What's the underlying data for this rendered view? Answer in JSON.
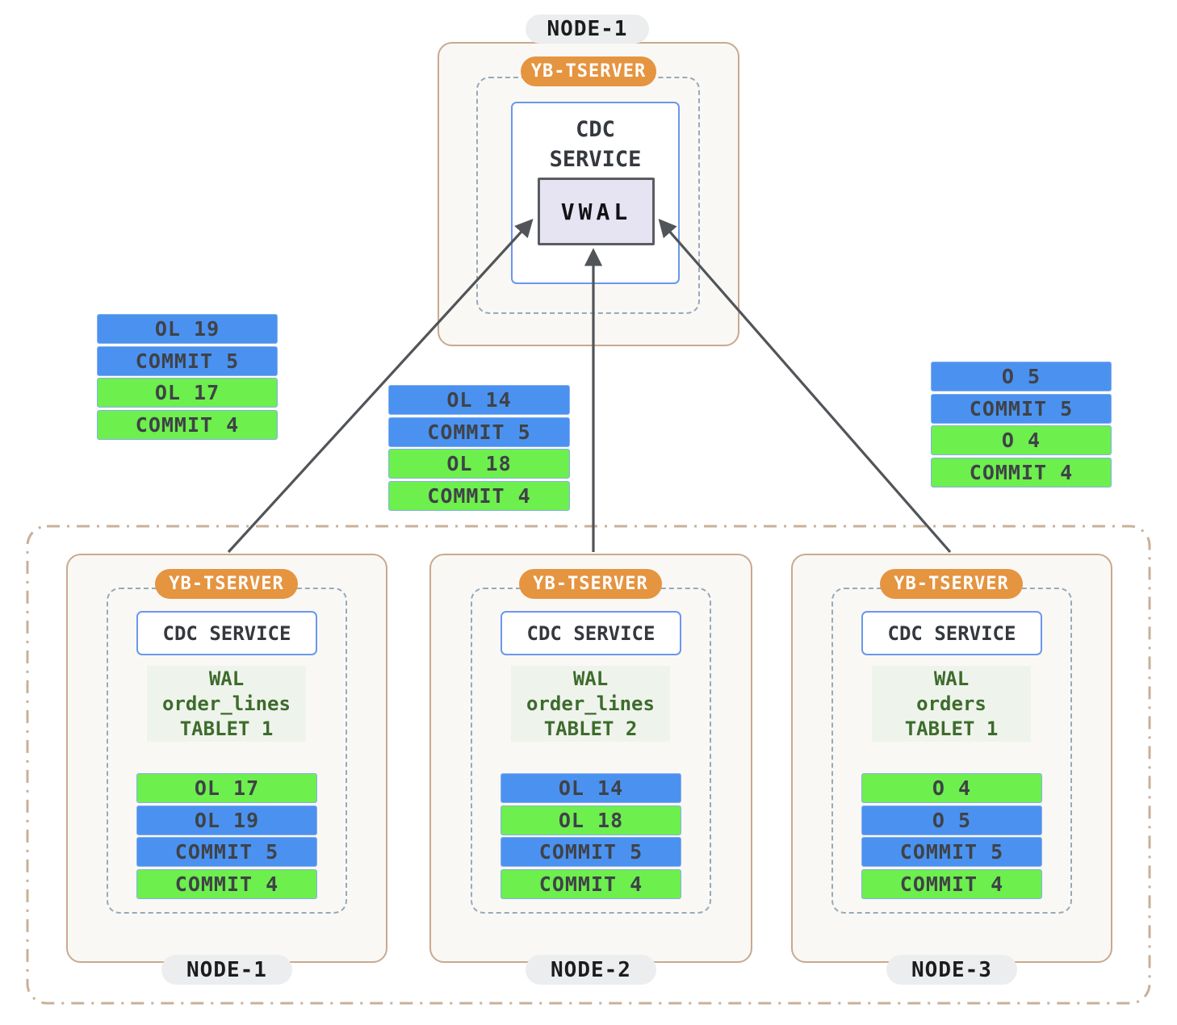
{
  "palette": {
    "row_blue": "#4B92F0",
    "row_green": "#6DEF4D",
    "tserver_orange": "#E59440",
    "node_border_tan": "#C9A98F",
    "node_bg_cream": "#FAF8F4",
    "inner_dashed_border": "#96A9BC",
    "cdc_border_blue": "#6A97EE",
    "wal_bg": "#EEF4EC",
    "wal_text_green": "#3E6B2C",
    "vwal_bg": "#E6E4F2",
    "vwal_border": "#595C60",
    "arrow_gray": "#515458",
    "outer_dashdot_border": "#C8B09A",
    "node_label_pill_bg": "#ECEDEF"
  },
  "top_node": {
    "node_label": "NODE-1",
    "tserver_label": "YB-TSERVER",
    "cdc_service_lines": [
      "CDC",
      "SERVICE"
    ],
    "vwal_label": "VWAL"
  },
  "floating_stacks": [
    {
      "position": "left",
      "rows": [
        {
          "label": "OL 19",
          "color": "blue"
        },
        {
          "label": "COMMIT 5",
          "color": "blue"
        },
        {
          "label": "OL 17",
          "color": "green"
        },
        {
          "label": "COMMIT 4",
          "color": "green"
        }
      ]
    },
    {
      "position": "middle",
      "rows": [
        {
          "label": "OL 14",
          "color": "blue"
        },
        {
          "label": "COMMIT 5",
          "color": "blue"
        },
        {
          "label": "OL 18",
          "color": "green"
        },
        {
          "label": "COMMIT 4",
          "color": "green"
        }
      ]
    },
    {
      "position": "right",
      "rows": [
        {
          "label": "O 5",
          "color": "blue"
        },
        {
          "label": "COMMIT 5",
          "color": "blue"
        },
        {
          "label": "O 4",
          "color": "green"
        },
        {
          "label": "COMMIT 4",
          "color": "green"
        }
      ]
    }
  ],
  "bottom_nodes": [
    {
      "node_label": "NODE-1",
      "tserver_label": "YB-TSERVER",
      "cdc_service_label": "CDC SERVICE",
      "wal_lines": [
        "WAL",
        "order_lines",
        "TABLET 1"
      ],
      "rows": [
        {
          "label": "OL 17",
          "color": "green"
        },
        {
          "label": "OL 19",
          "color": "blue"
        },
        {
          "label": "COMMIT 5",
          "color": "blue"
        },
        {
          "label": "COMMIT 4",
          "color": "green"
        }
      ]
    },
    {
      "node_label": "NODE-2",
      "tserver_label": "YB-TSERVER",
      "cdc_service_label": "CDC SERVICE",
      "wal_lines": [
        "WAL",
        "order_lines",
        "TABLET 2"
      ],
      "rows": [
        {
          "label": "OL 14",
          "color": "blue"
        },
        {
          "label": "OL 18",
          "color": "green"
        },
        {
          "label": "COMMIT 5",
          "color": "blue"
        },
        {
          "label": "COMMIT 4",
          "color": "green"
        }
      ]
    },
    {
      "node_label": "NODE-3",
      "tserver_label": "YB-TSERVER",
      "cdc_service_label": "CDC SERVICE",
      "wal_lines": [
        "WAL",
        "orders",
        "TABLET 1"
      ],
      "rows": [
        {
          "label": "O 4",
          "color": "green"
        },
        {
          "label": "O 5",
          "color": "blue"
        },
        {
          "label": "COMMIT 5",
          "color": "blue"
        },
        {
          "label": "COMMIT 4",
          "color": "green"
        }
      ]
    }
  ]
}
